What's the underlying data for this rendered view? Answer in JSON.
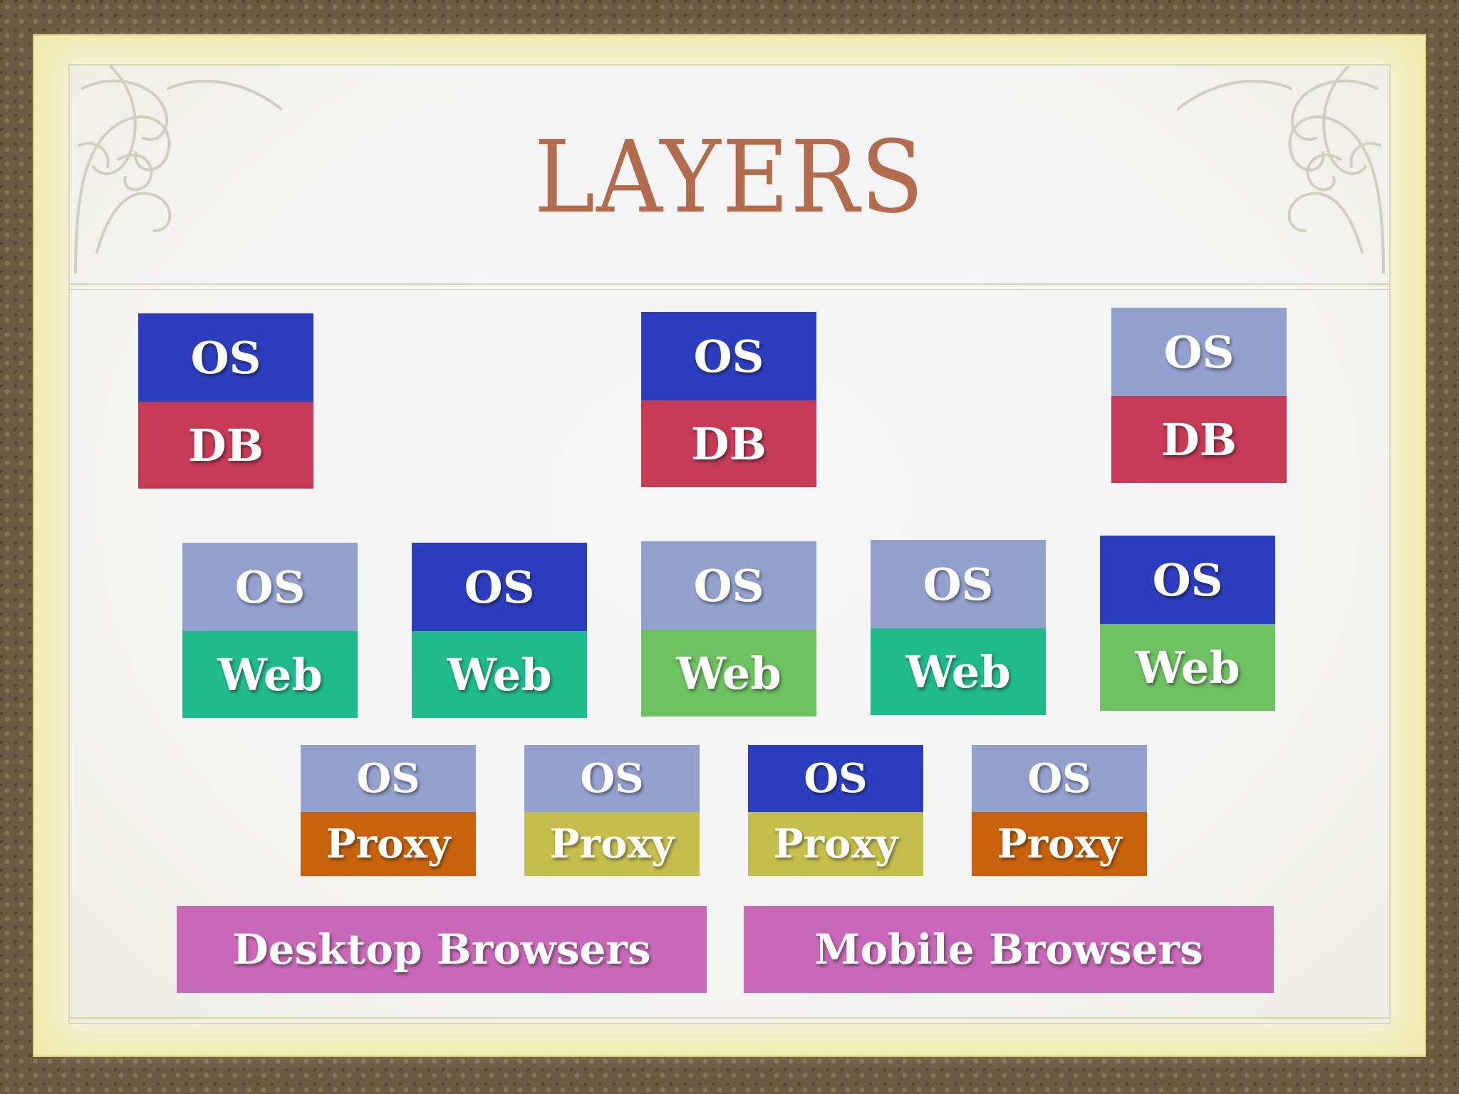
{
  "slide": {
    "title": "LAYERS"
  },
  "colors": {
    "os_dark": "#2c3ebf",
    "os_light": "#93a1cf",
    "db": "#c63a55",
    "web_teal": "#1fbb88",
    "web_green": "#6dc160",
    "proxy_orange": "#c9620d",
    "proxy_olive": "#c6be4c",
    "browsers": "#c968b8",
    "title": "#b26b4c"
  },
  "db_tier": [
    {
      "os": "OS",
      "db": "DB"
    },
    {
      "os": "OS",
      "db": "DB"
    },
    {
      "os": "OS",
      "db": "DB"
    }
  ],
  "web_tier": [
    {
      "os": "OS",
      "web": "Web"
    },
    {
      "os": "OS",
      "web": "Web"
    },
    {
      "os": "OS",
      "web": "Web"
    },
    {
      "os": "OS",
      "web": "Web"
    },
    {
      "os": "OS",
      "web": "Web"
    }
  ],
  "proxy_tier": [
    {
      "os": "OS",
      "proxy": "Proxy"
    },
    {
      "os": "OS",
      "proxy": "Proxy"
    },
    {
      "os": "OS",
      "proxy": "Proxy"
    },
    {
      "os": "OS",
      "proxy": "Proxy"
    }
  ],
  "clients": {
    "desktop": "Desktop Browsers",
    "mobile": "Mobile Browsers"
  }
}
